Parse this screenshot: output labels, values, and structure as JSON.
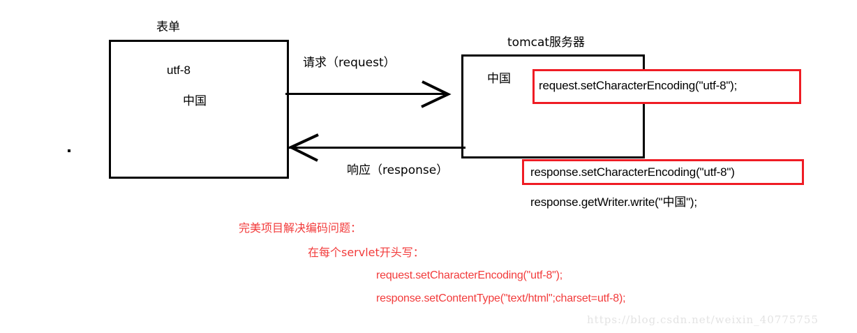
{
  "diagram": {
    "title_form": "表单",
    "title_server": "tomcat服务器",
    "form_box": {
      "line1": "utf-8",
      "line2": "中国"
    },
    "server_box": {
      "line1": "中国"
    },
    "arrows": {
      "request_label": "请求（request）",
      "response_label": "响应（response）"
    },
    "highlight_boxes": [
      {
        "text": "request.setCharacterEncoding(\"utf-8\");"
      },
      {
        "text": "response.setCharacterEncoding(\"utf-8\")"
      }
    ],
    "server_extra_line": "response.getWriter.write(\"中国\");",
    "notes": {
      "heading": "完美项目解决编码问题：",
      "subheading": "在每个servlet开头写：",
      "lines": [
        "request.setCharacterEncoding(\"utf-8\");",
        "response.setContentType(\"text/html\";charset=utf-8);"
      ]
    },
    "watermark": "https://blog.csdn.net/weixin_40775755",
    "colors": {
      "stroke": "#000000",
      "highlight": "#ef1c24",
      "note_text": "#f23b3b",
      "watermark": "#e3e3e3"
    }
  }
}
